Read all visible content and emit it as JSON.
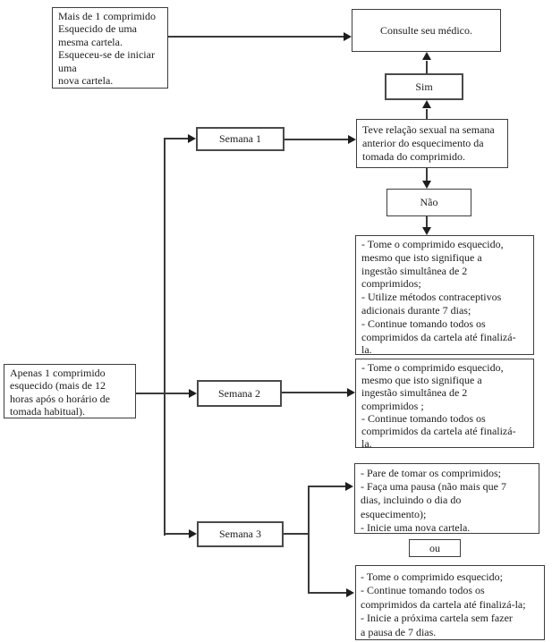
{
  "diagram": {
    "type": "flowchart",
    "language": "pt",
    "nodes": {
      "mais": {
        "text": "Mais de 1 comprimido\nEsquecido de uma\nmesma cartela.\nEsqueceu-se de iniciar\numa\nnova cartela."
      },
      "consulte": {
        "text": "Consulte seu médico."
      },
      "sim": {
        "text": "Sim"
      },
      "semana1": {
        "text": "Semana 1"
      },
      "teve": {
        "text": "Teve relação sexual na semana\nanterior do esquecimento da\ntomada do comprimido."
      },
      "nao": {
        "text": "Não"
      },
      "instr_semana1": {
        "text": "- Tome o comprimido esquecido,\nmesmo que isto signifique a\ningestão simultânea de 2\ncomprimidos;\n- Utilize métodos contraceptivos\nadicionais durante 7 dias;\n- Continue tomando todos os\ncomprimidos da cartela até finalizá-\nla."
      },
      "apenas": {
        "text": "Apenas 1 comprimido\nesquecido (mais de 12\nhoras após o horário de\ntomada habitual)."
      },
      "semana2": {
        "text": "Semana 2"
      },
      "instr_semana2": {
        "text": "- Tome o comprimido esquecido,\nmesmo que isto signifique a\ningestão simultânea de 2\ncomprimidos ;\n- Continue tomando todos os\ncomprimidos da cartela até finalizá-\nla."
      },
      "semana3": {
        "text": "Semana 3"
      },
      "instr_semana3_a": {
        "text": "- Pare de tomar os comprimidos;\n- Faça uma pausa (não mais que 7\ndias, incluindo o dia do\nesquecimento);\n- Inicie uma nova cartela."
      },
      "ou": {
        "text": "ou"
      },
      "instr_semana3_b": {
        "text": "- Tome o comprimido esquecido;\n- Continue tomando todos os\ncomprimidos da cartela até finalizá-la;\n- Inicie a próxima cartela sem fazer\na pausa de 7 dias."
      }
    },
    "edges": [
      {
        "from": "mais",
        "to": "consulte"
      },
      {
        "from": "teve",
        "to": "sim"
      },
      {
        "from": "sim",
        "to": "consulte"
      },
      {
        "from": "apenas",
        "to": "semana1"
      },
      {
        "from": "apenas",
        "to": "semana2"
      },
      {
        "from": "apenas",
        "to": "semana3"
      },
      {
        "from": "semana1",
        "to": "teve"
      },
      {
        "from": "teve",
        "to": "nao"
      },
      {
        "from": "nao",
        "to": "instr_semana1"
      },
      {
        "from": "semana2",
        "to": "instr_semana2"
      },
      {
        "from": "semana3",
        "to": "instr_semana3_a"
      },
      {
        "from": "semana3",
        "to": "instr_semana3_b"
      }
    ],
    "colors": {
      "line": "#3a3a3a",
      "box_border": "#3d3d3d",
      "background": "#ffffff",
      "text": "#1c1c1c"
    }
  }
}
